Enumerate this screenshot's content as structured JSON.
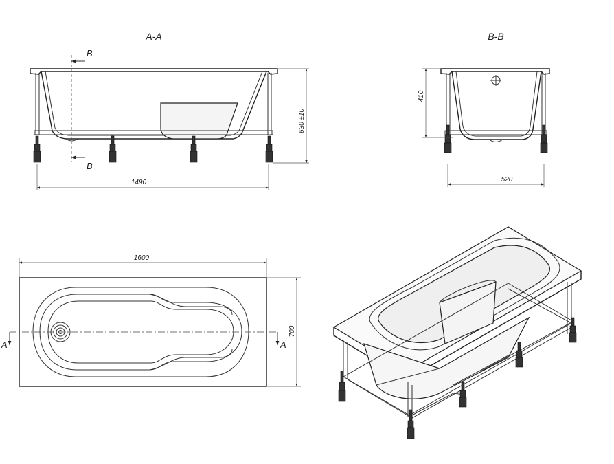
{
  "views": {
    "section_aa": {
      "title": "A-A",
      "cut_mark": "B",
      "length": "1490",
      "height": "630 ±10"
    },
    "section_bb": {
      "title": "B-B",
      "depth": "410",
      "width": "520"
    },
    "plan": {
      "length": "1600",
      "width": "700",
      "section_mark": "A"
    },
    "isometric": {}
  }
}
